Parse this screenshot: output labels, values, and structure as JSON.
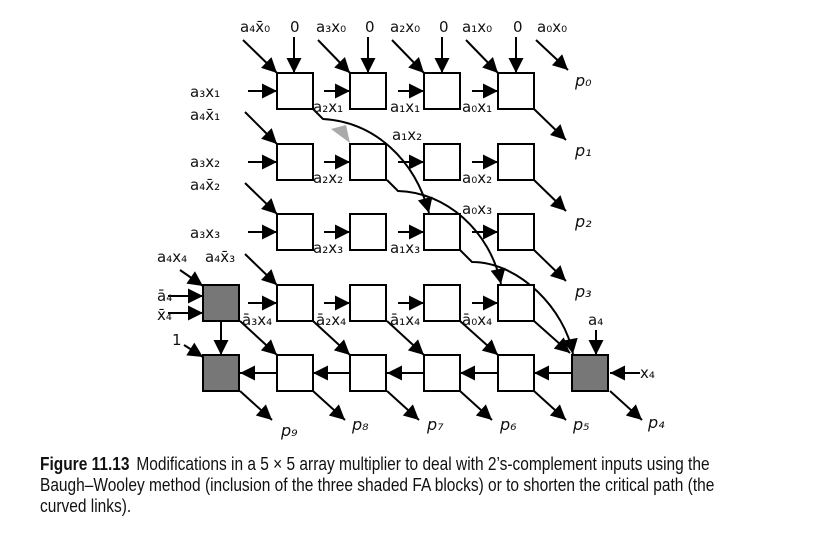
{
  "diagram": {
    "top_inputs": [
      "a₄x̄₀",
      "0",
      "a₃x₀",
      "0",
      "a₂x₀",
      "0",
      "a₁x₀",
      "0",
      "a₀x₀"
    ],
    "row_inputs": [
      "a₃x₁",
      "a₄x̄₁",
      "a₃x₂",
      "a₄x̄₂",
      "a₃x₃",
      "a₄x̄₃",
      "a₄x₄",
      "ā₄",
      "x̄₄",
      "1"
    ],
    "cell_inputs": [
      "a₂x₁",
      "a₁x₁",
      "a₀x₁",
      "a₁x₂",
      "a₂x₂",
      "a₀x₂",
      "a₀x₃",
      "a₂x₃",
      "a₁x₃",
      "ā₃x₄",
      "ā₂x₄",
      "ā₁x₄",
      "ā₀x₄",
      "a₄",
      "x₄"
    ],
    "outputs": [
      "p₀",
      "p₁",
      "p₂",
      "p₃",
      "p₉",
      "p₈",
      "p₇",
      "p₆",
      "p₅",
      "p₄"
    ],
    "shaded_fill": "#777777",
    "highlight_arrow_color": "#aaaaaa"
  },
  "caption": {
    "label": "Figure 11.13",
    "text": "Modifications in a 5 × 5 array multiplier to deal with 2’s-complement inputs using the Baugh–Wooley method (inclusion of the three shaded FA blocks) or to shorten the critical path (the curved links)."
  }
}
